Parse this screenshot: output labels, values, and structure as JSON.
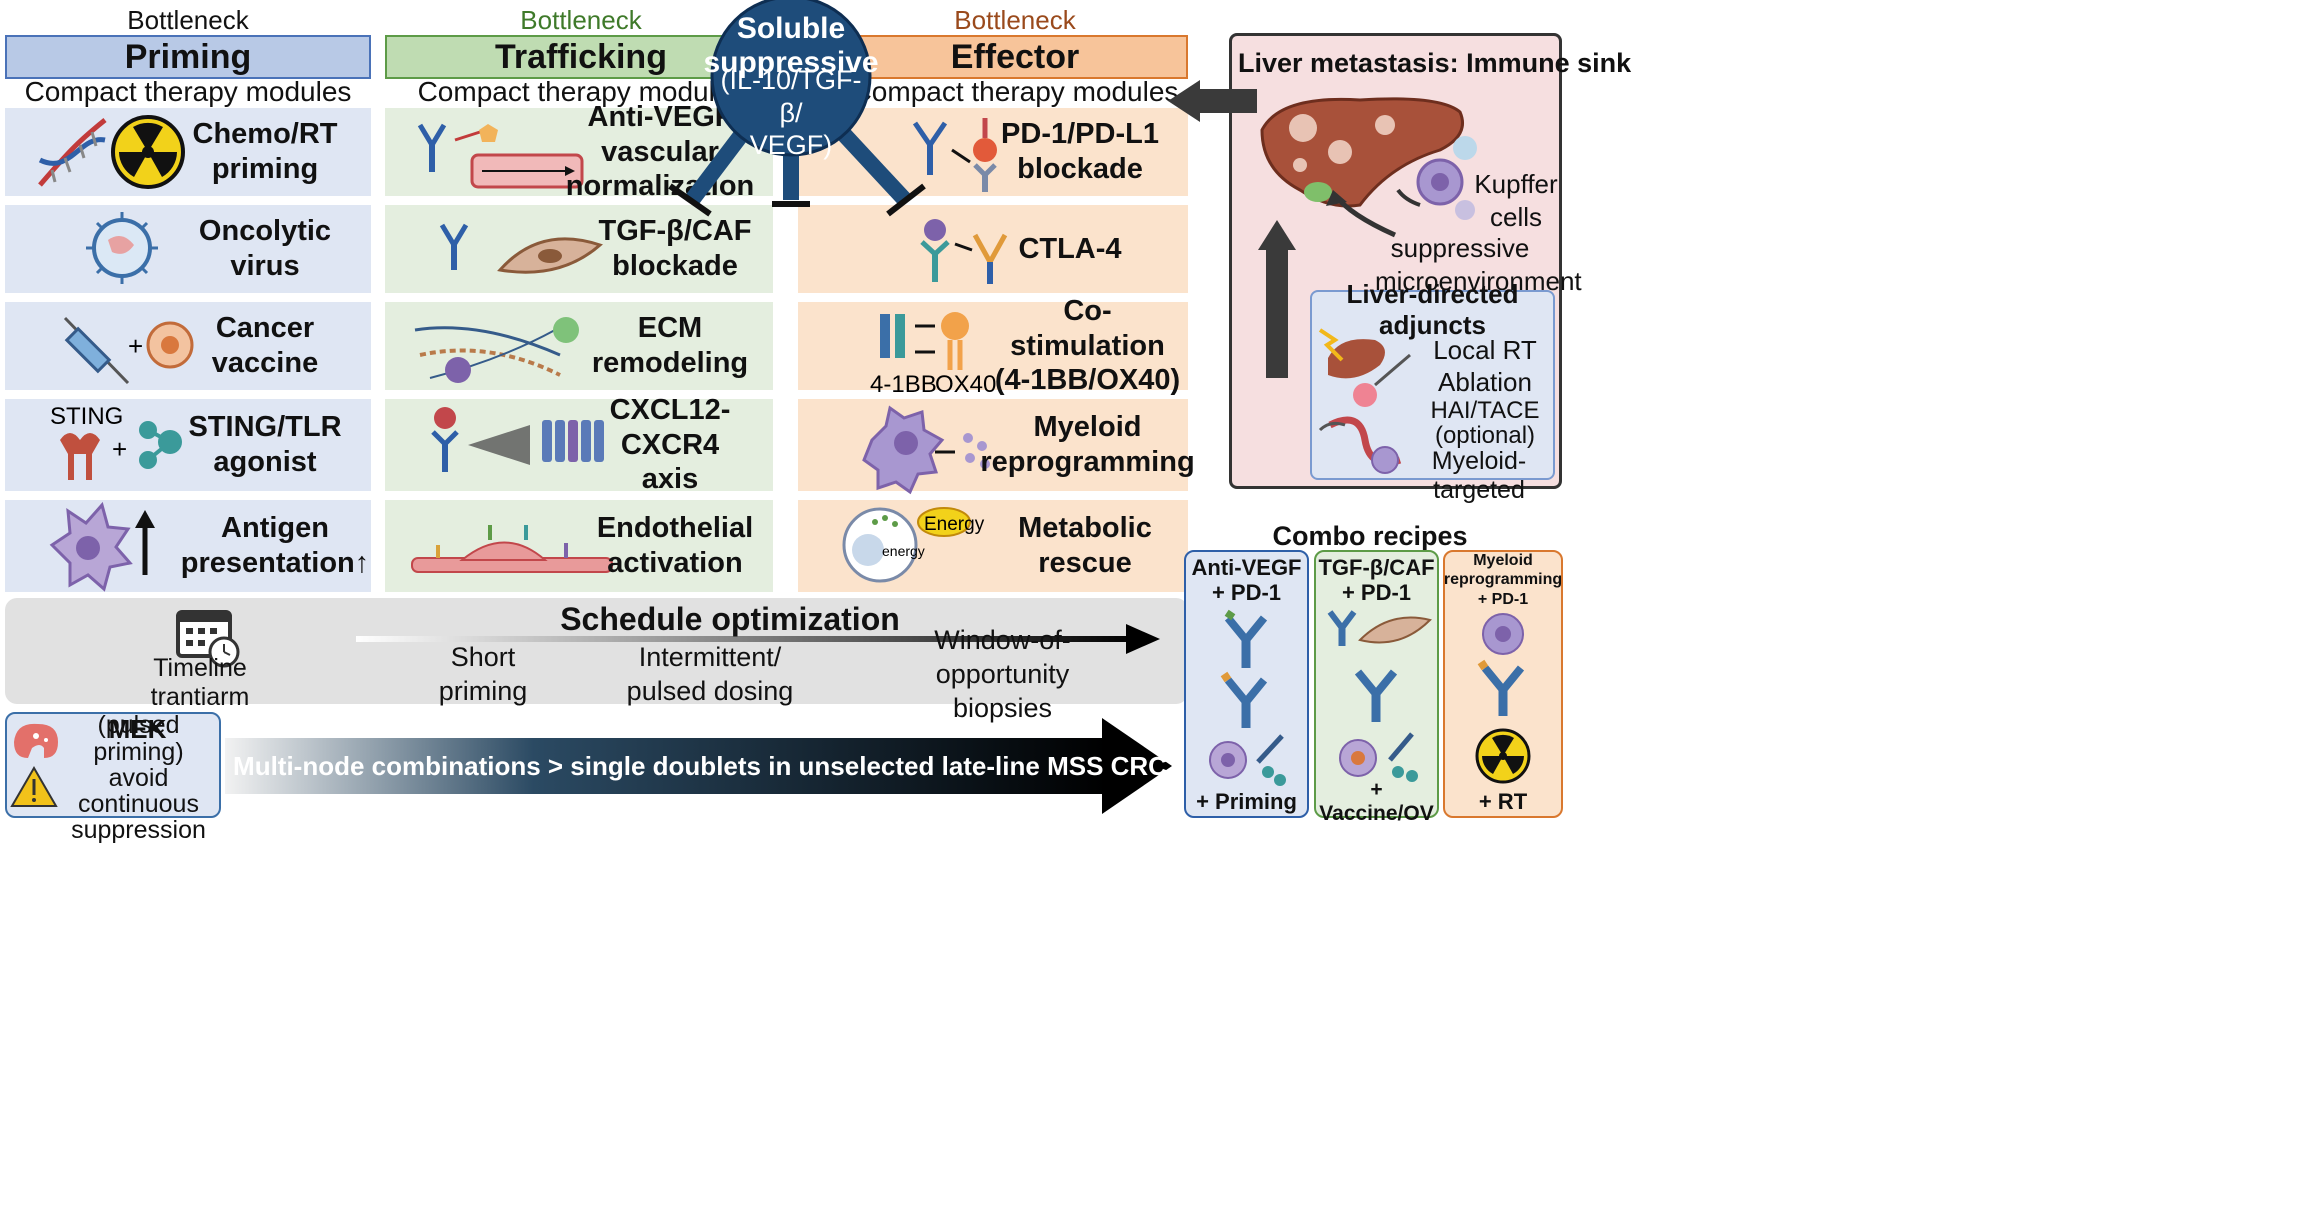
{
  "columns": {
    "priming": {
      "bottleneck": "Bottleneck",
      "title": "Priming",
      "subtitle": "Compact therapy modules",
      "modules": [
        "Chemo/RT\npriming",
        "Oncolytic\nvirus",
        "Cancer\nvaccine",
        "STING/TLR\nagonist",
        "Antigen\npresentation↑"
      ]
    },
    "trafficking": {
      "bottleneck": "Bottleneck",
      "title": "Trafficking",
      "subtitle": "Compact therapy modules",
      "modules": [
        "Anti-VEGF\nvascular\nnormalization",
        "TGF-β/CAF\nblockade",
        "ECM\nremodeling",
        "CXCL12-\nCXCR4 axis",
        "Endothelial\nactivation"
      ]
    },
    "effector": {
      "bottleneck": "Bottleneck",
      "title": "Effector",
      "subtitle": "Compact therapy modules",
      "modules": [
        "PD-1/PD-L1\nblockade",
        "CTLA-4",
        "Co-stimulation\n(4-1BB/OX40)",
        "Myeloid\nreprogramming",
        "Metabolic\nrescue"
      ]
    }
  },
  "soluble": {
    "bold": "Soluble\nsuppressive",
    "normal": "(IL-10/TGF-β/\nVEGF)"
  },
  "icon_labels": {
    "sting": "STING",
    "bb": "4-1BB",
    "ox": "OX40",
    "energy_big": "Energy",
    "energy_small": "energy",
    "plus": "+"
  },
  "liver": {
    "title": "Liver metastasis: Immune sink",
    "kupffer": "Kupffer\ncells",
    "micro": "suppressive\nmicroenvironment",
    "adjuncts_title": "Liver-directed adjuncts",
    "adjuncts": [
      "Local RT",
      "Ablation",
      "HAI/TACE\n(optional)",
      "Myeloid-targeted"
    ]
  },
  "schedule": {
    "title": "Schedule optimization",
    "timeline_label": "Timeline trantiarm",
    "items": [
      "Short\npriming",
      "Intermittent/\npulsed dosing",
      "Window-of-opportunity\nbiopsies"
    ]
  },
  "mek": {
    "title": "MEK",
    "text": "(pulsed priming)\navoid continuous\nsuppression"
  },
  "arrow_text": "Multi-node combinations > single doublets in unselected late-line MSS CRC",
  "combo": {
    "title": "Combo recipes",
    "cards": [
      {
        "top": "Anti-VEGF\n+ PD-1",
        "bottom": "+ Priming"
      },
      {
        "top": "TGF-β/CAF\n+ PD-1",
        "bottom": "+ Vaccine/OV"
      },
      {
        "top": "Myeloid\nreprogramming\n+ PD-1",
        "bottom": "+ RT"
      }
    ]
  },
  "colors": {
    "priming_bg": "#dfe6f3",
    "priming_hdr": "#b8c9e6",
    "priming_border": "#4a72b8",
    "traffic_bg": "#e4eedf",
    "traffic_hdr": "#bfdcb2",
    "traffic_border": "#5d9b47",
    "traffic_text": "#3f7a2a",
    "effector_bg": "#fbe3cc",
    "effector_hdr": "#f7c49a",
    "effector_border": "#d9782e",
    "effector_text": "#9a4a1c",
    "liver_bg": "#f6dfe0",
    "soluble": "#1e4c7a"
  }
}
